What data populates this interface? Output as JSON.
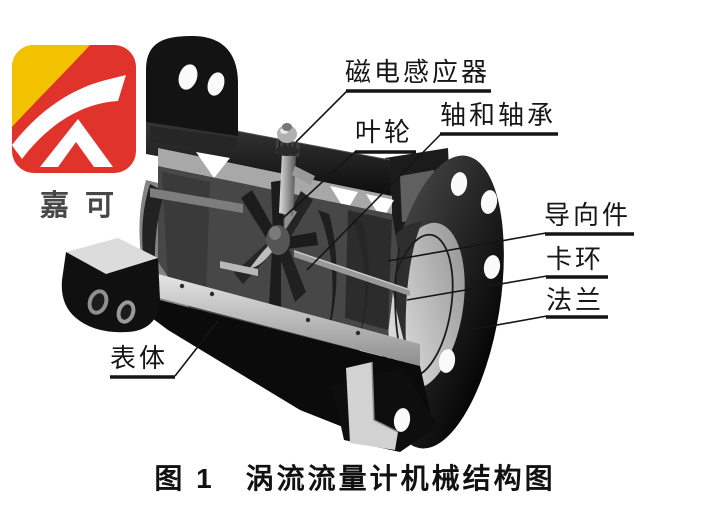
{
  "logo": {
    "brand": "嘉可",
    "colors": {
      "red": "#e0332c",
      "yellow": "#f2c100",
      "text": "#474747"
    }
  },
  "figure": {
    "caption": "图 1　涡流流量计机械结构图",
    "labels": {
      "sensor": "磁电感应器",
      "impeller": "叶轮",
      "shaft_bearing": "轴和轴承",
      "guide": "导向件",
      "snap_ring": "卡环",
      "flange": "法兰",
      "body": "表体"
    }
  }
}
